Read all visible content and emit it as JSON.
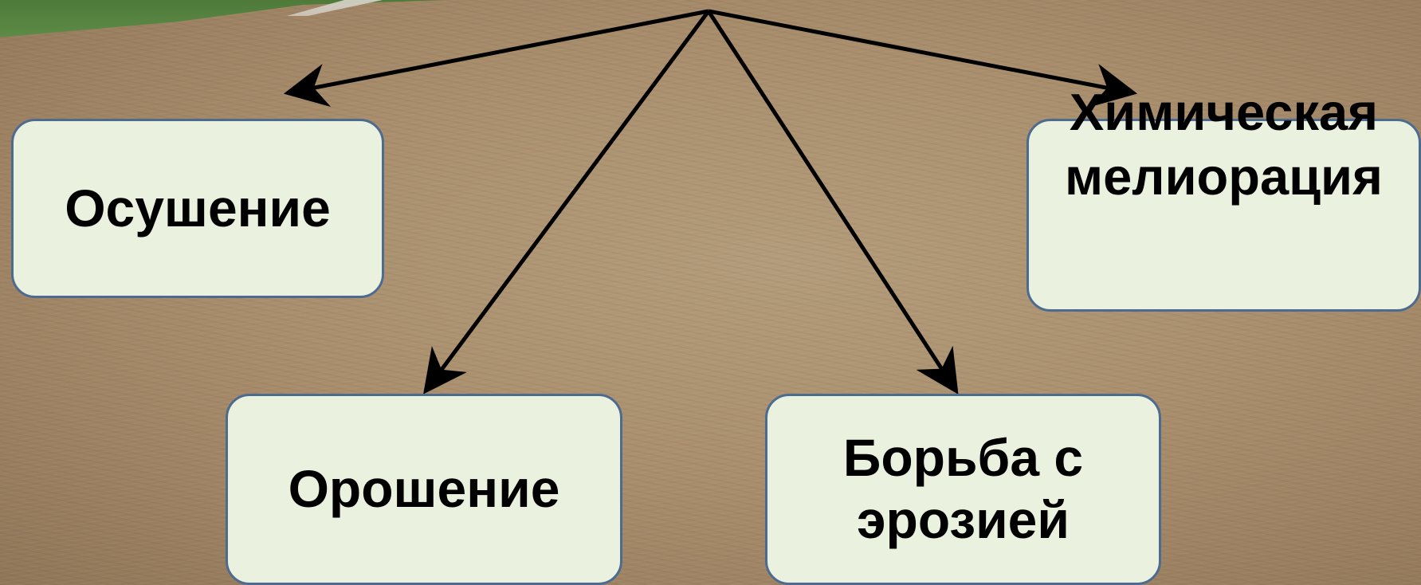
{
  "diagram": {
    "nodes": [
      {
        "id": "drainage",
        "label": "Осушение"
      },
      {
        "id": "irrigation",
        "label": "Орошение"
      },
      {
        "id": "erosion",
        "label": "Борьба с эрозией"
      },
      {
        "id": "chemical",
        "label": "Химическая мелиорация"
      }
    ],
    "edges": [
      {
        "from": "top",
        "to": "drainage"
      },
      {
        "from": "top",
        "to": "irrigation"
      },
      {
        "from": "top",
        "to": "erosion"
      },
      {
        "from": "top",
        "to": "chemical"
      }
    ]
  },
  "colors": {
    "box_fill": "#eaf1df",
    "box_border": "#4d6b8f",
    "arrow": "#000000"
  }
}
